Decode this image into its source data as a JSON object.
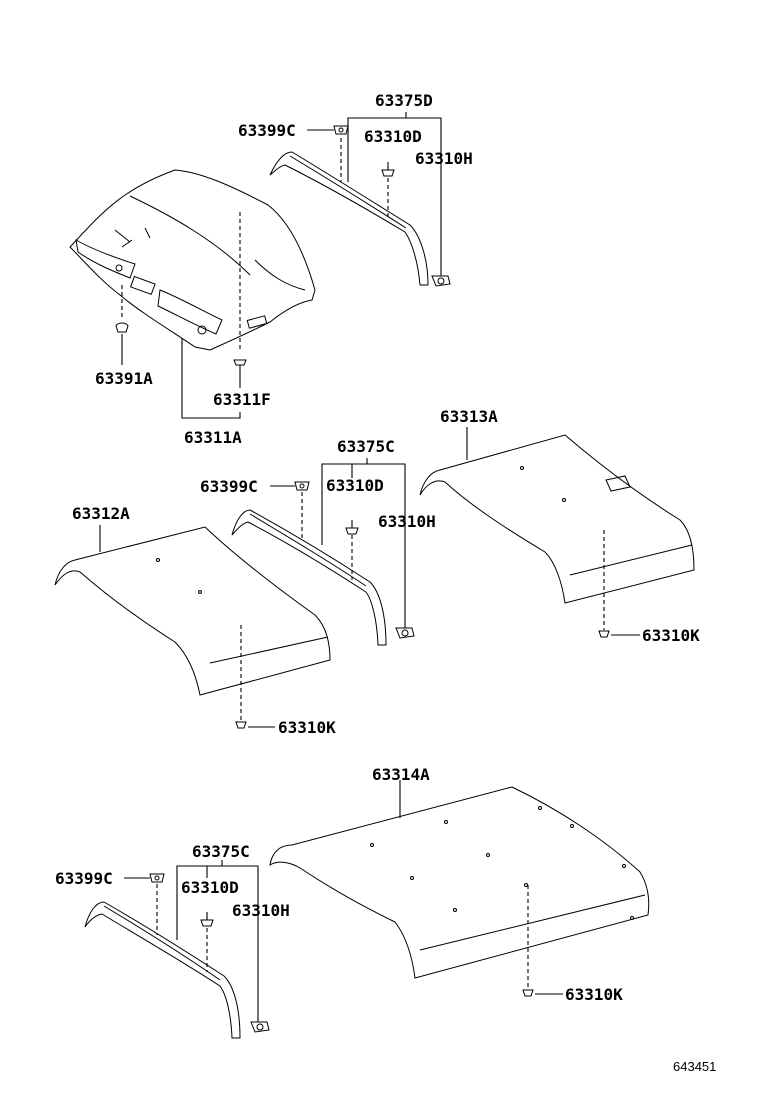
{
  "diagram_id": "643451",
  "labels": {
    "a_63375D": "63375D",
    "a_63399C": "63399C",
    "a_63310D": "63310D",
    "a_63310H": "63310H",
    "a_63391A": "63391A",
    "a_63311F": "63311F",
    "a_63311A": "63311A",
    "b_63313A": "63313A",
    "b_63375C": "63375C",
    "b_63399C": "63399C",
    "b_63310D": "63310D",
    "b_63312A": "63312A",
    "b_63310H": "63310H",
    "b_63310K_right": "63310K",
    "b_63310K_left": "63310K",
    "c_63314A": "63314A",
    "c_63375C": "63375C",
    "c_63399C": "63399C",
    "c_63310D": "63310D",
    "c_63310H": "63310H",
    "c_63310K": "63310K"
  }
}
